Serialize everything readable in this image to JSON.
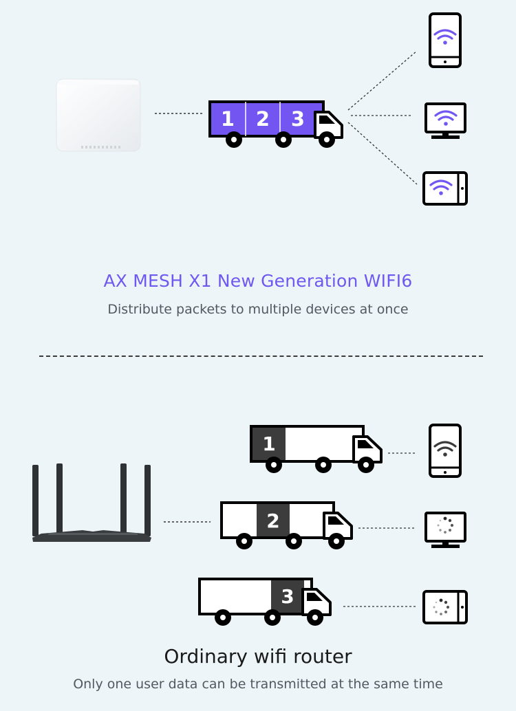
{
  "mesh": {
    "title": "AX MESH X1 New Generation WIFI6",
    "subtitle": "Distribute packets to multiple devices at once",
    "packets": [
      "1",
      "2",
      "3"
    ],
    "accent_color": "#6f58f0"
  },
  "ordinary": {
    "title": "Ordinary wifi router",
    "subtitle": "Only one user data can be transmitted at the same time",
    "packets": [
      "1",
      "2",
      "3"
    ],
    "packet_color": "#3c3c3c"
  },
  "icons": {
    "mesh_router": "mesh-router-cube",
    "ordinary_router": "router-with-antennas",
    "phone": "smartphone-wifi-icon",
    "monitor": "monitor-wifi-icon",
    "tablet": "tablet-wifi-icon",
    "loading": "loading-spinner-icon"
  }
}
